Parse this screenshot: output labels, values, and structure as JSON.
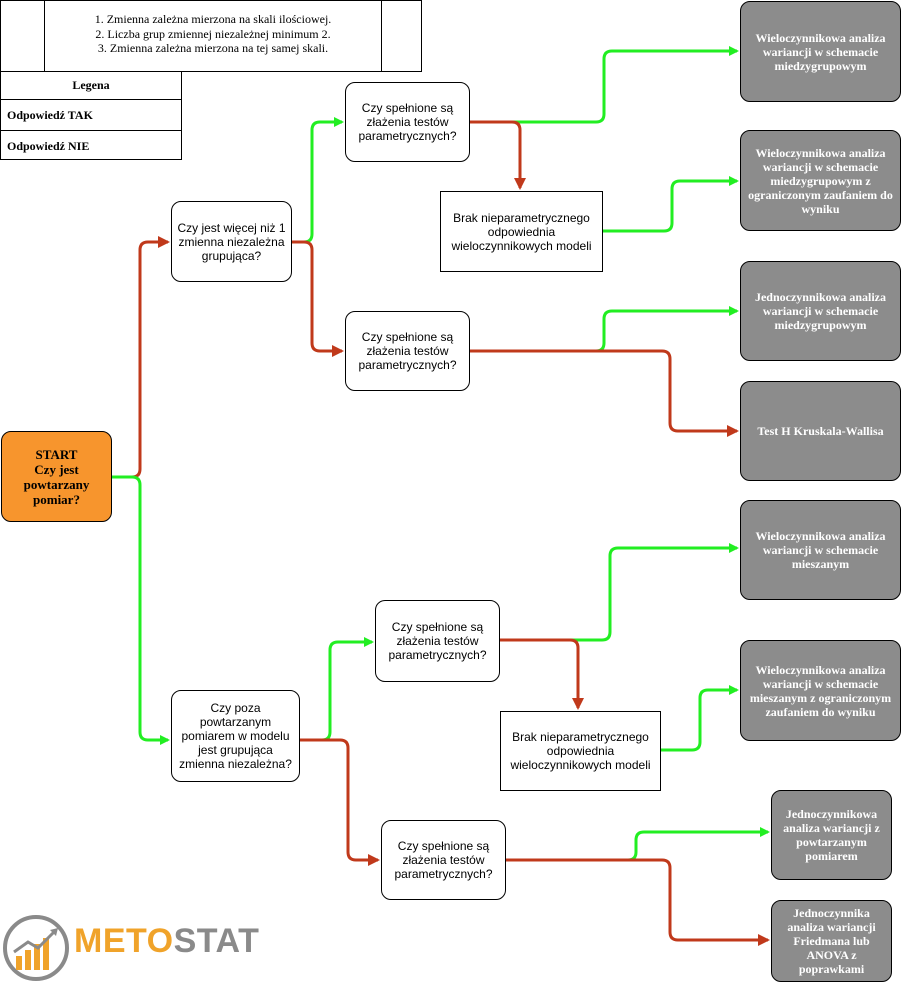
{
  "assumptions": [
    "1. Zmienna zależna mierzona na skali ilościowej.",
    "2. Liczba grup zmiennej niezależnej minimum 2.",
    "3. Zmienna zależna mierzona na tej samej skali."
  ],
  "legend": {
    "title": "Legena",
    "yes_label": "Odpowiedź TAK",
    "no_label": "Odpowiedź NIE",
    "yes_color": "#22ee22",
    "no_color": "#c0391b"
  },
  "start": {
    "line1": "START",
    "line2": "Czy jest powtarzany pomiar?"
  },
  "questions": {
    "more_than_one": "Czy jest więcej niż 1 zmienna niezależna grupująca?",
    "param_top": "Czy spełnione są złażenia testów parametrycznych?",
    "param_mid": "Czy spełnione są złażenia testów parametrycznych?",
    "besides_repeated": "Czy poza powtarzanym pomiarem w modelu jest grupująca zmienna niezależna?",
    "param_lower_top": "Czy spełnione są złażenia testów parametrycznych?",
    "param_lower_bottom": "Czy spełnione są złażenia testów parametrycznych?"
  },
  "no_nonparam": {
    "top": "Brak nieparametrycznego odpowiednia wieloczynnikowych modeli",
    "bottom": "Brak nieparametrycznego odpowiednia wieloczynnikowych modeli"
  },
  "results": {
    "r1": "Wieloczynnikowa analiza wariancji w schemacie miedzygrupowym",
    "r2": "Wieloczynnikowa analiza wariancji w schemacie miedzygrupowym z ograniczonym zaufaniem do wyniku",
    "r3": "Jednoczynnikowa analiza wariancji w schemacie miedzygrupowym",
    "r4": "Test H Kruskala-Wallisa",
    "r5": "Wieloczynnikowa analiza wariancji w schemacie mieszanym",
    "r6": "Wieloczynnikowa analiza wariancji w schemacie mieszanym z ograniczonym zaufaniem do wyniku",
    "r7": "Jednoczynnikowa analiza wariancji z powtarzanym pomiarem",
    "r8": "Jednoczynnika analiza wariancji Friedmana lub ANOVA z poprawkami"
  },
  "logo": {
    "part1": "METO",
    "part2": "STAT",
    "icon": "chart-gauge-logo-icon"
  }
}
